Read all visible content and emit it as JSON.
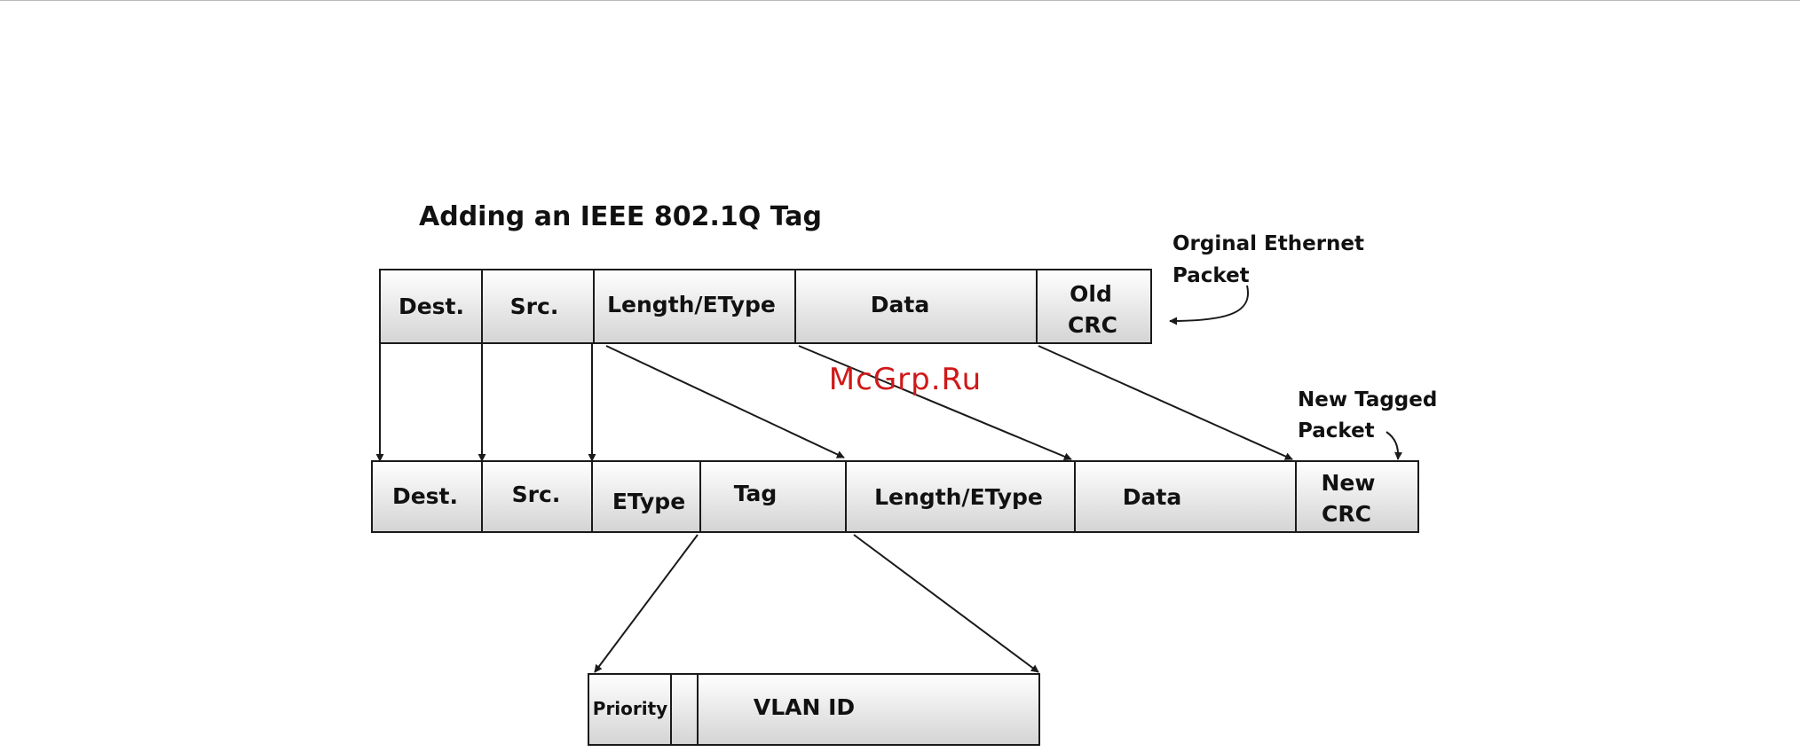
{
  "title": "Adding an IEEE 802.1Q Tag",
  "watermark": "McGrp.Ru",
  "original_packet": {
    "note_line1": "Orginal Ethernet",
    "note_line2": "Packet",
    "fields": [
      "Dest.",
      "Src.",
      "Length/EType",
      "Data"
    ],
    "crc_line1": "Old",
    "crc_line2": "CRC"
  },
  "tagged_packet": {
    "note_line1": "New Tagged",
    "note_line2": "Packet",
    "fields": [
      "Dest.",
      "Src.",
      "EType",
      "Tag",
      "Length/EType",
      "Data"
    ],
    "crc_line1": "New",
    "crc_line2": "CRC"
  },
  "tag_detail": {
    "priority": "Priority",
    "vlan_id": "VLAN ID"
  },
  "colors": {
    "field_fill_top": "#ffffff",
    "field_fill_bottom": "#d6d6d6",
    "line": "#1a1a1a",
    "watermark": "#d01818"
  }
}
